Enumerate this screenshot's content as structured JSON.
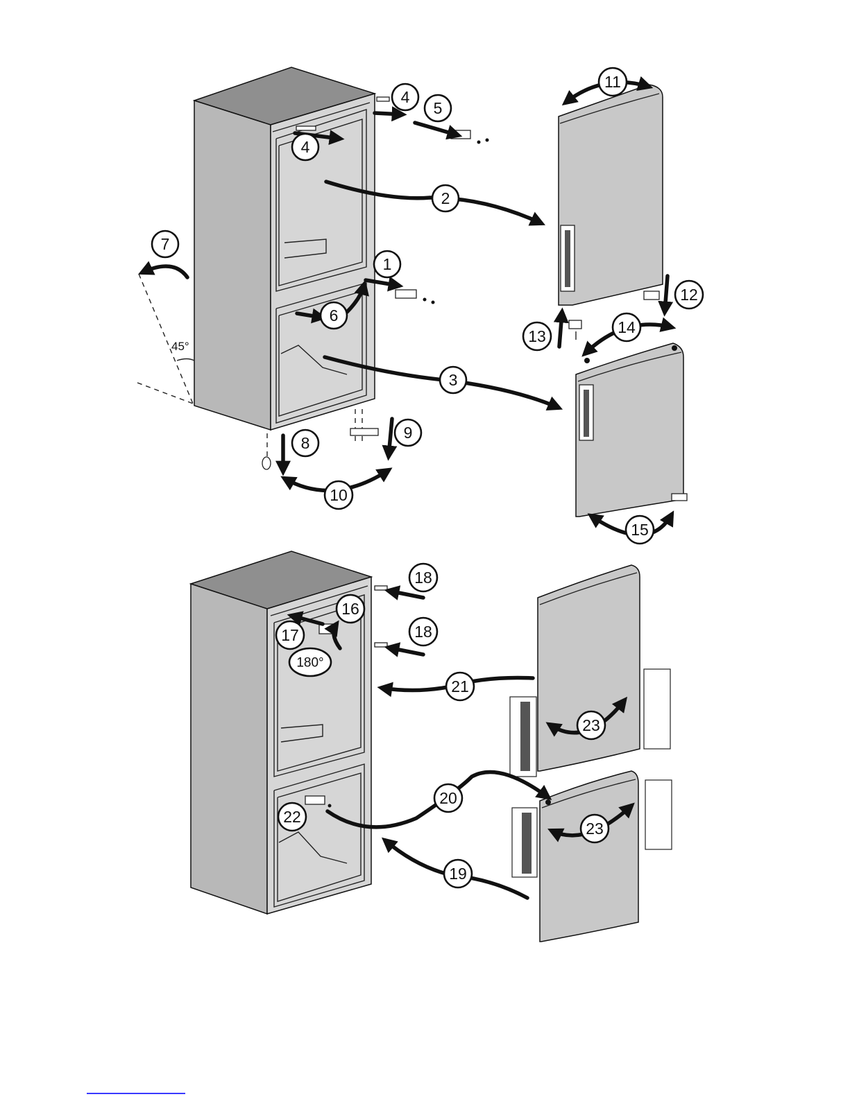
{
  "diagram": {
    "colors": {
      "cabinet_side": "#b8b8b8",
      "cabinet_top": "#8f8f8f",
      "door": "#c8c8c8",
      "interior": "#d6d6d6",
      "ink": "#111111"
    },
    "icons": [
      "arrow-icon",
      "screw-icon",
      "hinge-icon",
      "handle-icon",
      "plug-icon"
    ],
    "angle_label": "45°",
    "callouts": {
      "c1": "1",
      "c2": "2",
      "c3": "3",
      "c4a": "4",
      "c4b": "4",
      "c5": "5",
      "c6": "6",
      "c7": "7",
      "c8": "8",
      "c9": "9",
      "c10": "10",
      "c11": "11",
      "c12": "12",
      "c13": "13",
      "c14": "14",
      "c15": "15",
      "c16": "16",
      "c17": "17",
      "c18a": "18",
      "c18b": "18",
      "c19": "19",
      "c20": "20",
      "c21": "21",
      "c22": "22",
      "c23a": "23",
      "c23b": "23",
      "c180": "180°"
    }
  }
}
